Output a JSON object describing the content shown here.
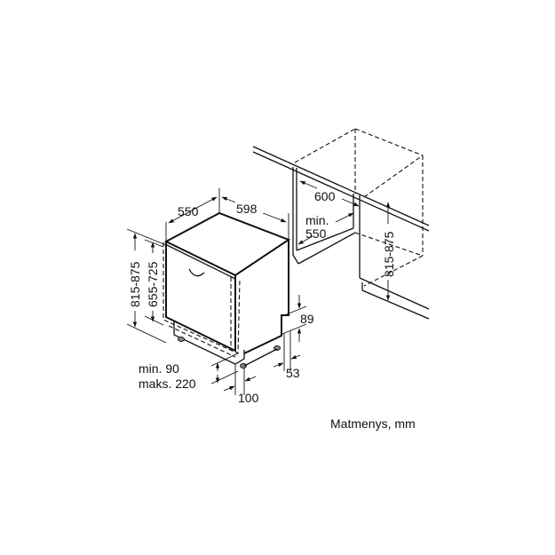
{
  "caption": "Matmenys, mm",
  "dimensions": {
    "depth": "550",
    "width": "598",
    "height_total": "815-875",
    "height_door": "655-725",
    "niche_width": "600",
    "niche_depth_min": "min.",
    "niche_depth_val": "550",
    "niche_height": "815-875",
    "plinth_89": "89",
    "plinth_53": "53",
    "plinth_100": "100",
    "plinth_min": "min. 90",
    "plinth_max": "maks. 220"
  },
  "colors": {
    "line": "#111111",
    "background": "#ffffff"
  }
}
